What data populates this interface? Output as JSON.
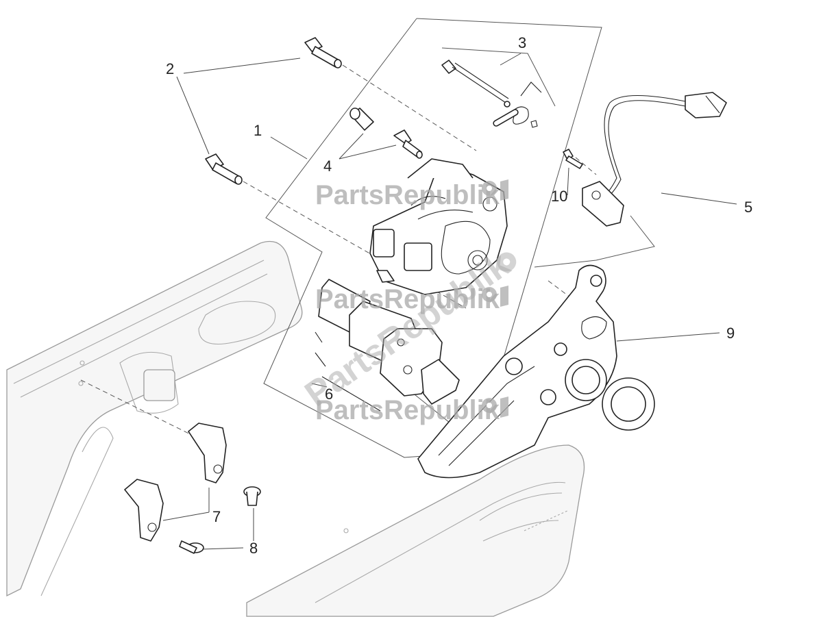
{
  "diagram": {
    "watermark": "PartsRepublik",
    "callouts": [
      {
        "id": "1",
        "label": "1"
      },
      {
        "id": "2",
        "label": "2"
      },
      {
        "id": "3",
        "label": "3"
      },
      {
        "id": "4",
        "label": "4"
      },
      {
        "id": "5",
        "label": "5"
      },
      {
        "id": "6",
        "label": "6"
      },
      {
        "id": "7",
        "label": "7"
      },
      {
        "id": "8",
        "label": "8"
      },
      {
        "id": "9",
        "label": "9"
      },
      {
        "id": "10",
        "label": "10"
      }
    ],
    "icons": [
      "gear-icon",
      "flag-icon"
    ],
    "colors": {
      "line": "#222222",
      "frame": "#9a9a9a",
      "watermark": "#a9a9a9"
    }
  }
}
